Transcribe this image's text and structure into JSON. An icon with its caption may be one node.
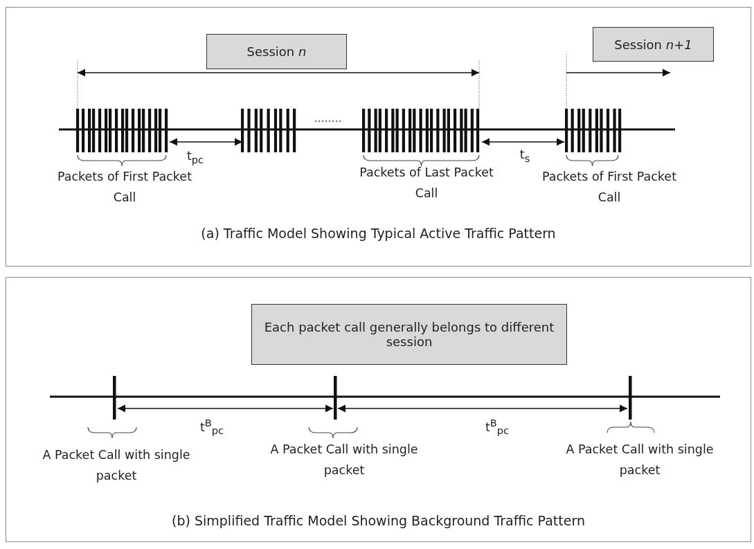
{
  "diagram": {
    "nodes": [
      {
        "text": [
          "(a)  Traffic Model Showing Typical Active Traffic Pattern"
        ]
      },
      {
        "text": [
          "Session *n*"
        ],
        "in": 0
      },
      {
        "text": [
          "Session *n+1*"
        ],
        "in": 0
      },
      {
        "text": [
          "(b) Simplified Traffic Model Showing Background Traffic Pattern"
        ]
      },
      {
        "text": [
          "Each packet call generally belongs to different session"
        ],
        "in": 3
      }
    ],
    "labels": [
      "Packets of First Packet Call",
      "t$_{pc}$",
      "Packets of Last Packet Call",
      "t$_{s}$",
      "Packets of First Packet Call",
      "t$^{B}$$_{pc}$",
      "t$^{B}$$_{pc}$",
      "A Packet Call with single packet",
      "A Packet Call with single packet",
      "A Packet Call with single packet"
    ]
  }
}
